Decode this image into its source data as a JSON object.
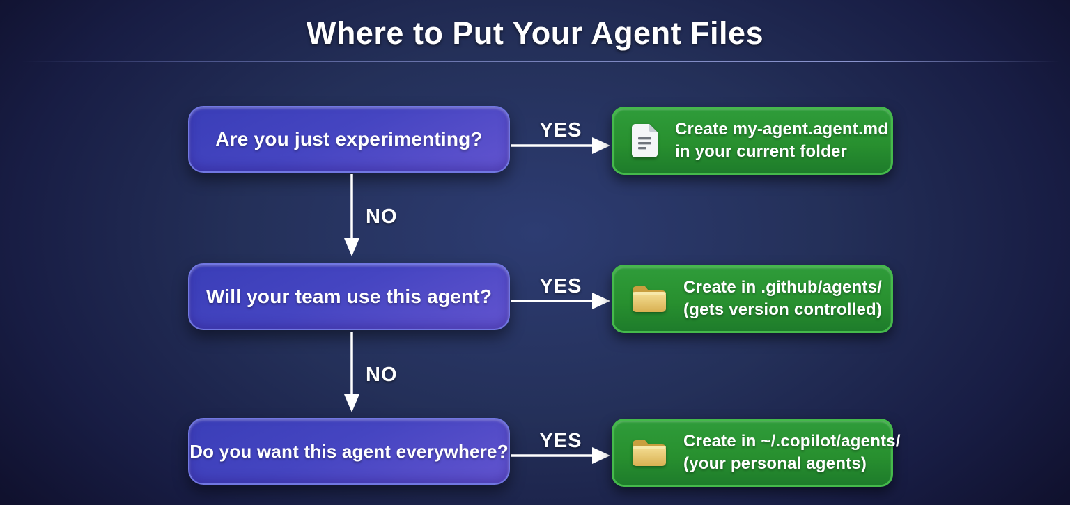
{
  "title": "Where to Put Your Agent Files",
  "colors": {
    "background_center": "#2d3c72",
    "background_edge": "#0c0d24",
    "question_box_gradient_top": "#3a3eb8",
    "question_box_gradient_bottom": "#6254cf",
    "question_box_border": "#7177e2",
    "answer_box_gradient_top": "#2f9c3a",
    "answer_box_gradient_bottom": "#1e7c2b",
    "answer_box_border": "#45b94b",
    "arrow_color": "#ffffff",
    "text_color": "#ffffff",
    "folder_icon_color": "#ecc967",
    "document_icon_color": "#f4f6f8"
  },
  "flow": {
    "rows": [
      {
        "question": "Are you just experimenting?",
        "yes_label": "YES",
        "no_label": "NO",
        "icon": "document-icon",
        "answer_line1": "Create my-agent.agent.md",
        "answer_line2": "in your current folder"
      },
      {
        "question": "Will your team use this agent?",
        "yes_label": "YES",
        "no_label": "NO",
        "icon": "folder-icon",
        "answer_line1": "Create in .github/agents/",
        "answer_line2": "(gets version controlled)"
      },
      {
        "question": "Do you want this agent everywhere?",
        "yes_label": "YES",
        "icon": "folder-icon",
        "answer_line1": "Create in ~/.copilot/agents/",
        "answer_line2": "(your personal agents)"
      }
    ]
  }
}
